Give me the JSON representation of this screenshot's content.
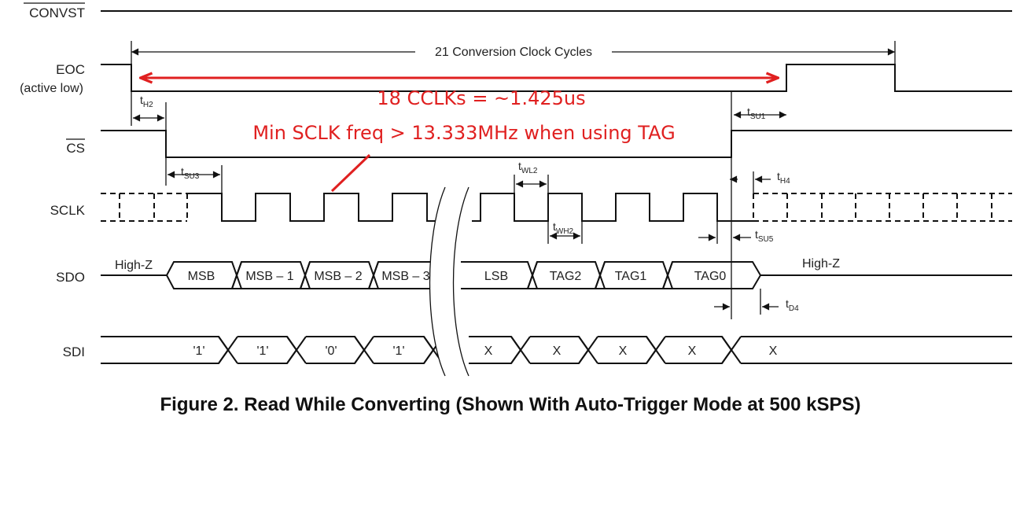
{
  "signals": {
    "convst": "CONVST",
    "eoc": "EOC",
    "eoc_sub": "(active low)",
    "cs": "CS",
    "sclk": "SCLK",
    "sdo": "SDO",
    "sdi": "SDI"
  },
  "cycles_label": "21 Conversion Clock Cycles",
  "timings": {
    "th2": [
      "t",
      "H2"
    ],
    "tsu1": [
      "t",
      "SU1"
    ],
    "tsu3": [
      "t",
      "SU3"
    ],
    "twl2": [
      "t",
      "WL2"
    ],
    "twh2": [
      "t",
      "WH2"
    ],
    "th4": [
      "t",
      "H4"
    ],
    "tsu5": [
      "t",
      "SU5"
    ],
    "td4": [
      "t",
      "D4"
    ]
  },
  "sdo": {
    "highz_left": "High-Z",
    "highz_right": "High-Z",
    "cells": [
      "MSB",
      "MSB – 1",
      "MSB – 2",
      "MSB – 3",
      "LSB",
      "TAG2",
      "TAG1",
      "TAG0"
    ]
  },
  "sdi": {
    "cells": [
      "'1'",
      "'1'",
      "'0'",
      "'1'",
      "X",
      "X",
      "X",
      "X",
      "X"
    ]
  },
  "annotations": {
    "line1": "18 CCLKs = ~1.425us",
    "line2": "Min SCLK freq > 13.333MHz when using TAG",
    "color": "#e02020"
  },
  "caption": "Figure 2.  Read While Converting (Shown With Auto-Trigger Mode at 500 kSPS)"
}
